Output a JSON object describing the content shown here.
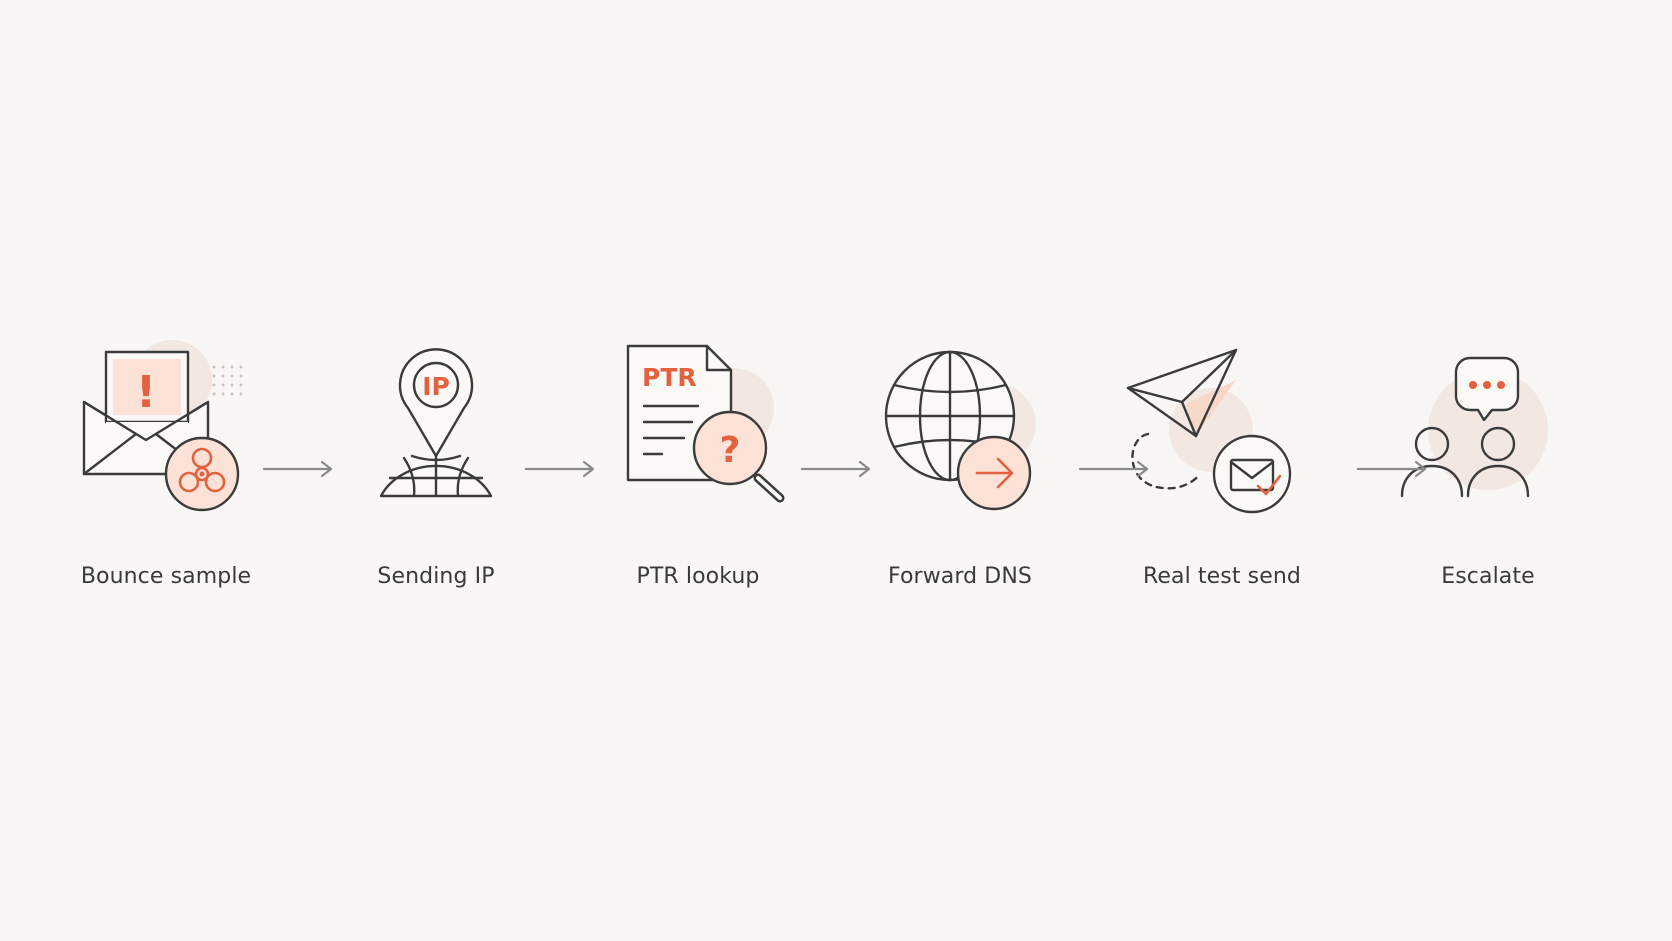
{
  "colors": {
    "background": "#f9f7f3",
    "line": "#3b3b3b",
    "accent": "#e2623f",
    "accent_tint": "#fbe1d6",
    "arrow": "#8a8a8a"
  },
  "steps": [
    {
      "label": "Bounce sample",
      "icon": "envelope-biohazard-icon",
      "glyph": "!"
    },
    {
      "label": "Sending IP",
      "icon": "map-pin-globe-icon",
      "glyph": "IP"
    },
    {
      "label": "PTR lookup",
      "icon": "document-magnifier-icon",
      "glyph": "PTR",
      "glyph2": "?"
    },
    {
      "label": "Forward DNS",
      "icon": "globe-forward-icon"
    },
    {
      "label": "Real test send",
      "icon": "paper-plane-envelope-icon"
    },
    {
      "label": "Escalate",
      "icon": "people-chat-icon"
    }
  ],
  "connectors": [
    "arrow-right-icon",
    "arrow-right-icon",
    "arrow-right-icon",
    "arrow-right-icon",
    "arrow-right-icon"
  ]
}
